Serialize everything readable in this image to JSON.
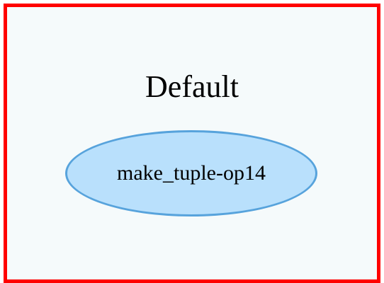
{
  "diagram": {
    "cluster": {
      "title": "Default",
      "border_color": "#ff0000",
      "fill_color": "#f5fafb"
    },
    "nodes": [
      {
        "label": "make_tuple-op14",
        "shape": "ellipse",
        "fill_color": "#b9e0fc",
        "stroke_color": "#57a3dc"
      }
    ]
  }
}
